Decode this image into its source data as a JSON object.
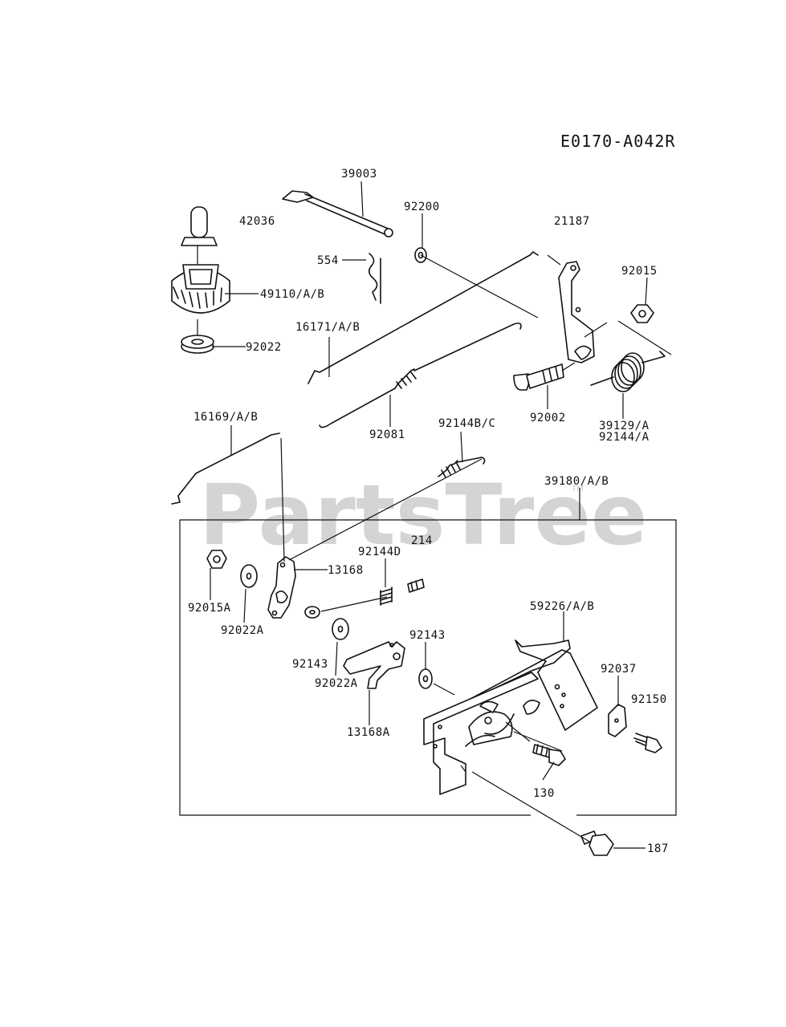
{
  "diagram_code": "E0170-A042R",
  "watermark": "PartsTree",
  "watermark_mark": "TM",
  "labels": {
    "p39003": "39003",
    "p42036": "42036",
    "p92200": "92200",
    "p21187": "21187",
    "p554": "554",
    "p49110": "49110/A/B",
    "p92015": "92015",
    "p16171": "16171/A/B",
    "p92022": "92022",
    "p92002": "92002",
    "p39129": "39129/A",
    "p92144a": "92144/A",
    "p16169": "16169/A/B",
    "p92081": "92081",
    "p92144bc": "92144B/C",
    "p39180": "39180/A/B",
    "p214": "214",
    "p92144d": "92144D",
    "p13168": "13168",
    "p92015a": "92015A",
    "p92022a_1": "92022A",
    "p59226": "59226/A/B",
    "p92143_1": "92143",
    "p92143_2": "92143",
    "p92022a_2": "92022A",
    "p92037": "92037",
    "p92150": "92150",
    "p13168a": "13168A",
    "p130": "130",
    "p187": "187"
  }
}
